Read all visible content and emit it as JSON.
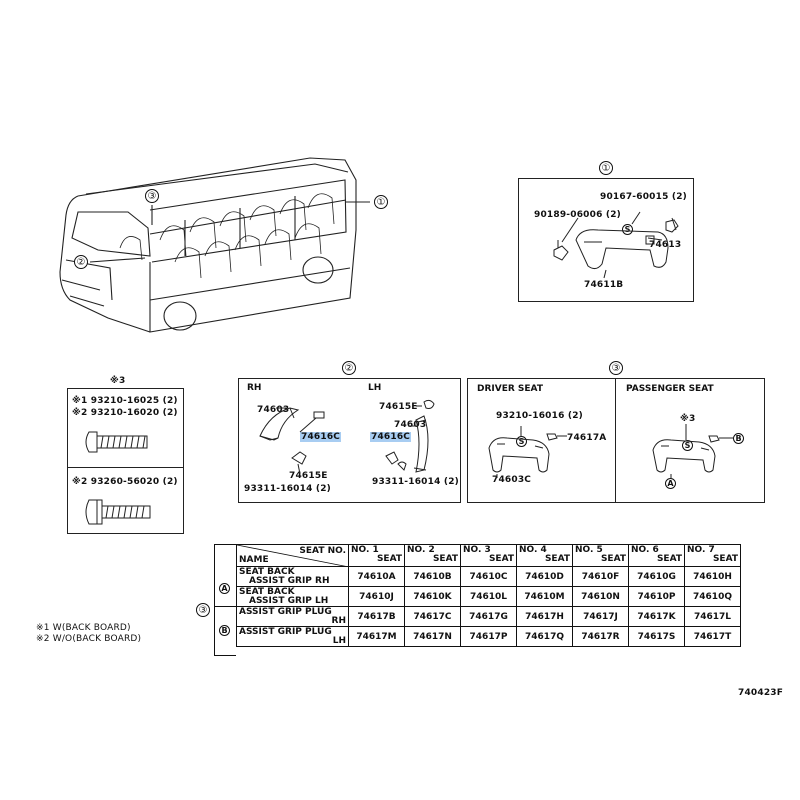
{
  "callouts": {
    "c1": "①",
    "c2": "②",
    "c3": "③",
    "tableA": "A",
    "tableB": "B"
  },
  "panel1": {
    "title": "①",
    "parts": {
      "p90167": "90167-60015 (2)",
      "p90189": "90189-06006 (2)",
      "p74613": "74613",
      "p74611B": "74611B",
      "s": "S"
    }
  },
  "panel2": {
    "title": "②",
    "rh": "RH",
    "lh": "LH",
    "rh_parts": {
      "p74603": "74603",
      "p74616C": "74616C",
      "p74615E": "74615E",
      "p93311": "93311-16014 (2)"
    },
    "lh_parts": {
      "p74615E": "74615E",
      "p74603": "74603",
      "p74616C": "74616C",
      "p93311": "93311-16014 (2)"
    }
  },
  "panel3": {
    "title": "③",
    "driver": {
      "title": "DRIVER SEAT",
      "p93210": "93210-16016 (2)",
      "p74617A": "74617A",
      "p74603C": "74603C",
      "s": "S"
    },
    "passenger": {
      "title": "PASSENGER SEAT",
      "note": "※3",
      "s": "S",
      "a": "A",
      "b": "B"
    }
  },
  "bolts": {
    "title": "※3",
    "line1": "※1 93210-16025 (2)",
    "line2": "※2 93210-16020 (2)",
    "line3": "※2 93260-56020 (2)"
  },
  "notes": {
    "n1": "※1 W(BACK BOARD)",
    "n2": "※2 W/O(BACK BOARD)"
  },
  "table": {
    "header_seat": "SEAT NO.",
    "header_name": "NAME",
    "seat_cols": [
      {
        "no": "NO. 1",
        "seat": "SEAT"
      },
      {
        "no": "NO. 2",
        "seat": "SEAT"
      },
      {
        "no": "NO. 3",
        "seat": "SEAT"
      },
      {
        "no": "NO. 4",
        "seat": "SEAT"
      },
      {
        "no": "NO. 5",
        "seat": "SEAT"
      },
      {
        "no": "NO. 6",
        "seat": "SEAT"
      },
      {
        "no": "NO. 7",
        "seat": "SEAT"
      }
    ],
    "rows": [
      {
        "name1": "SEAT BACK",
        "name2": "ASSIST GRIP RH",
        "cells": [
          "74610A",
          "74610B",
          "74610C",
          "74610D",
          "74610F",
          "74610G",
          "74610H"
        ]
      },
      {
        "name1": "SEAT BACK",
        "name2": "ASSIST GRIP LH",
        "cells": [
          "74610J",
          "74610K",
          "74610L",
          "74610M",
          "74610N",
          "74610P",
          "74610Q"
        ]
      },
      {
        "name1": "ASSIST GRIP PLUG",
        "name2": "RH",
        "cells": [
          "74617B",
          "74617C",
          "74617G",
          "74617H",
          "74617J",
          "74617K",
          "74617L"
        ]
      },
      {
        "name1": "ASSIST GRIP PLUG",
        "name2": "LH",
        "cells": [
          "74617M",
          "74617N",
          "74617P",
          "74617Q",
          "74617R",
          "74617S",
          "74617T"
        ]
      }
    ]
  },
  "figure_id": "740423F"
}
